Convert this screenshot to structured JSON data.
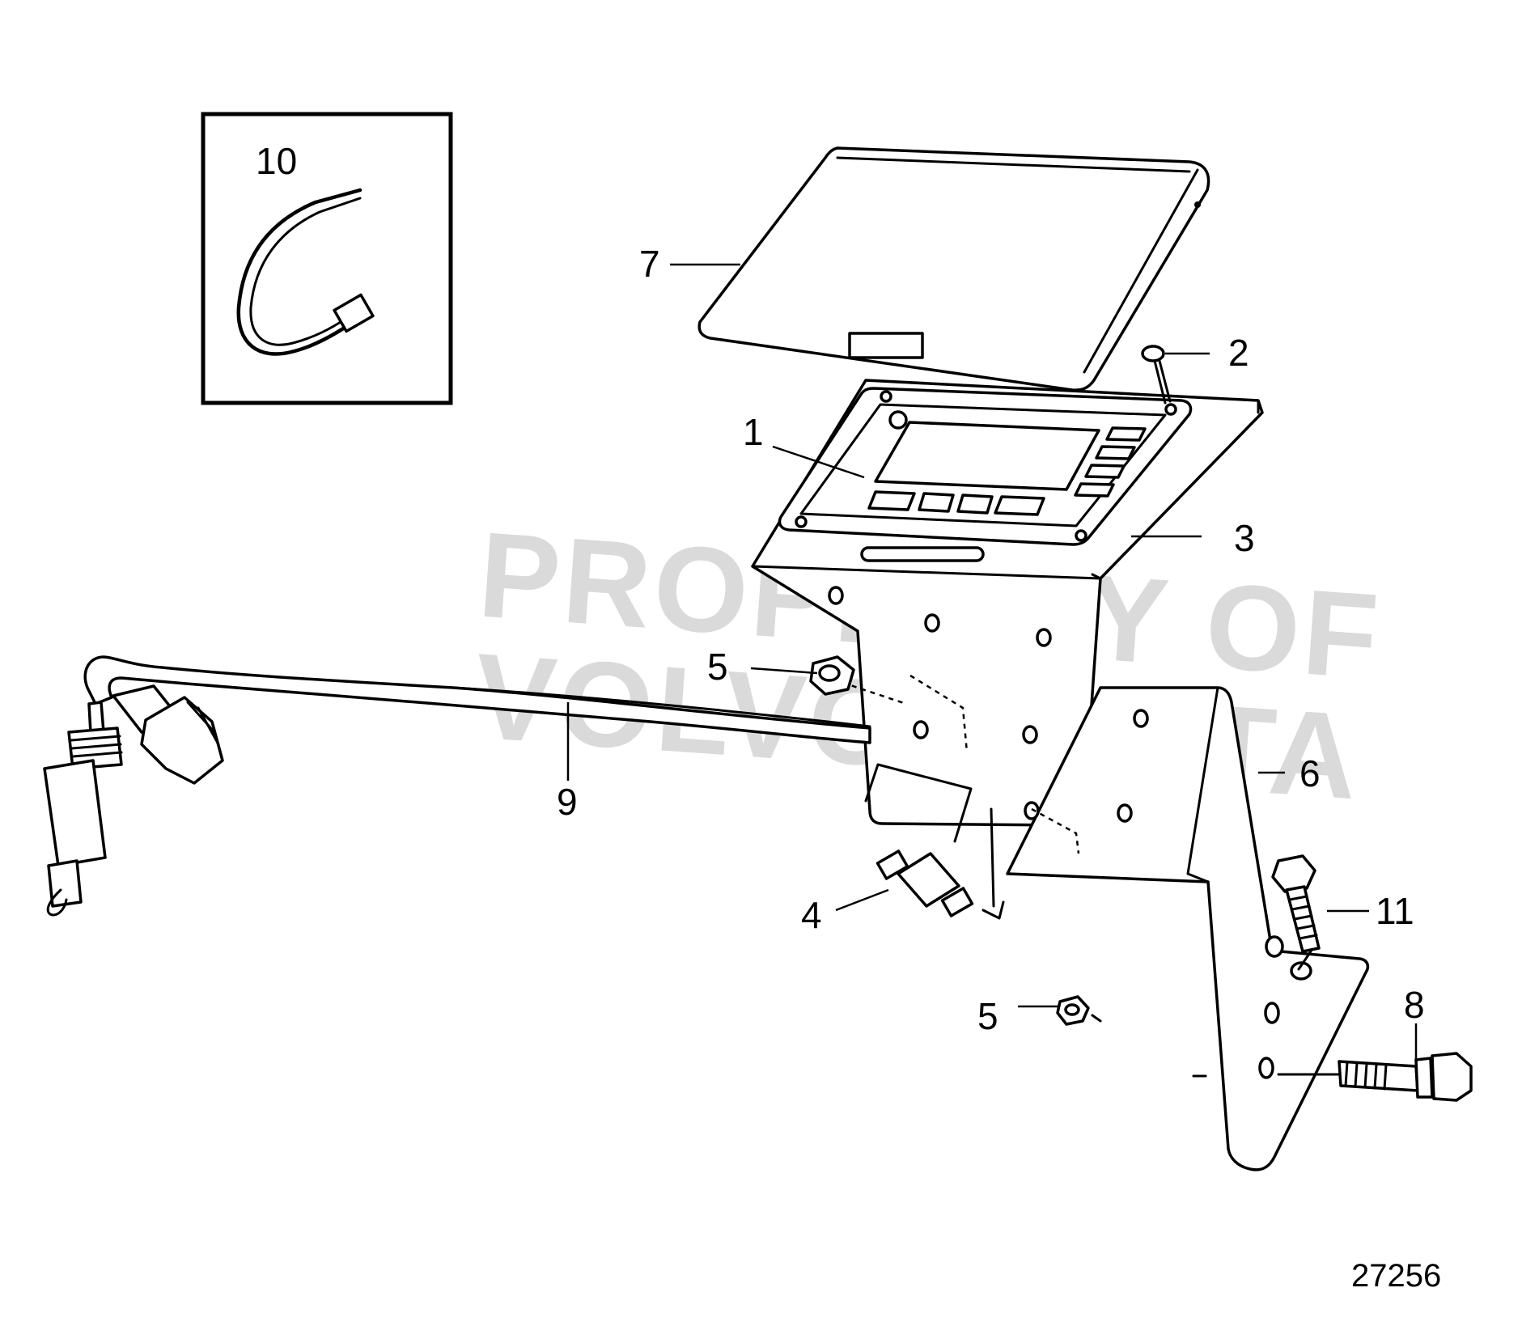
{
  "figure_number": "27256",
  "watermark": {
    "line1": "PROPERTY OF",
    "line2": "VOLVO PENTA"
  },
  "callouts": [
    {
      "id": "1",
      "label": "1"
    },
    {
      "id": "2",
      "label": "2"
    },
    {
      "id": "3",
      "label": "3"
    },
    {
      "id": "4",
      "label": "4"
    },
    {
      "id": "5a",
      "label": "5"
    },
    {
      "id": "5b",
      "label": "5"
    },
    {
      "id": "6",
      "label": "6"
    },
    {
      "id": "7",
      "label": "7"
    },
    {
      "id": "8",
      "label": "8"
    },
    {
      "id": "9",
      "label": "9"
    },
    {
      "id": "10",
      "label": "10"
    },
    {
      "id": "11",
      "label": "11"
    }
  ]
}
